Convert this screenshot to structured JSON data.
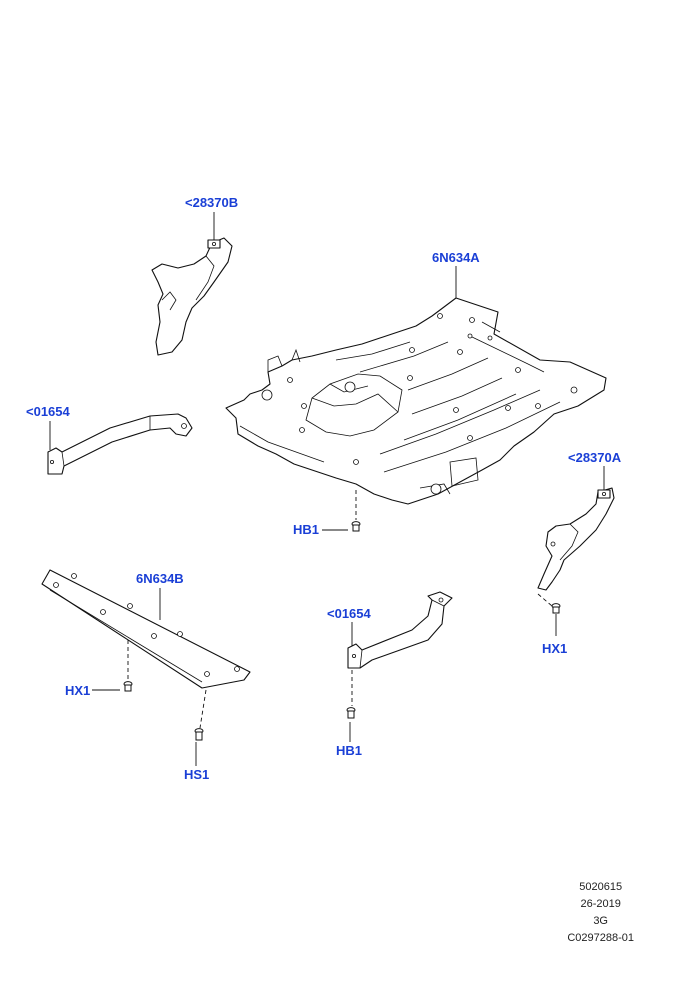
{
  "callouts": {
    "bracket_b": "<28370B",
    "panel_a": "6N634A",
    "bar_left": "<01654",
    "bracket_a": "<28370A",
    "hb1_top": "HB1",
    "panel_b": "6N634B",
    "bar_right": "<01654",
    "hx1_right": "HX1",
    "hx1_left": "HX1",
    "hs1": "HS1",
    "hb1_bottom": "HB1"
  },
  "footer": {
    "line1": "5020615",
    "line2": "26-2019",
    "line3": "3G",
    "line4": "C0297288-01"
  },
  "colors": {
    "callout": "#1a3fd6",
    "line": "#111111",
    "background": "#ffffff"
  }
}
